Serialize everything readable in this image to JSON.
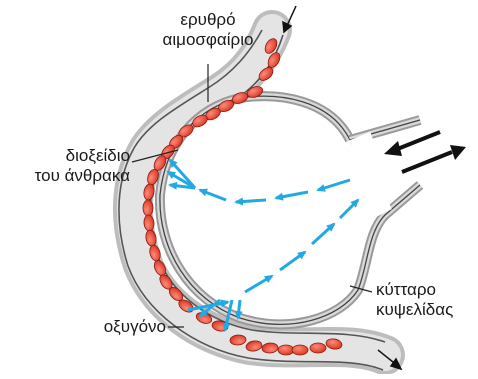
{
  "labels": {
    "red_blood_cell": [
      "ερυθρό",
      "αιμοσφαίριο"
    ],
    "carbon_dioxide": [
      "διοξείδιο",
      "του άνθρακα"
    ],
    "oxygen": [
      "οξυγόνο"
    ],
    "alveolus_cell": [
      "κύτταρο",
      "κυψελίδας"
    ]
  },
  "colors": {
    "arrow_blue": "#22a9e1",
    "blood_cell_red": "#e8432e",
    "membrane_gray": "#c9c9c9",
    "outline": "#333333",
    "airflow_arrow": "#111111"
  }
}
